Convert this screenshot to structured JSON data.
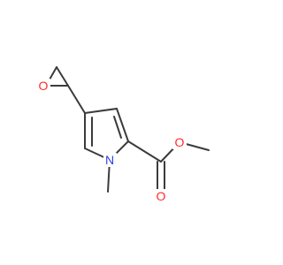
{
  "atoms": {
    "epoxide_o": {
      "label": "O",
      "color": "#ff2a2a"
    },
    "carbonyl_o": {
      "label": "O",
      "color": "#ff2a2a"
    },
    "ester_o": {
      "label": "O",
      "color": "#ff2a2a"
    },
    "ring_n": {
      "label": "N",
      "color": "#2b3ee8"
    }
  },
  "colors": {
    "bond": "#3b3b3b",
    "background": "#ffffff"
  }
}
